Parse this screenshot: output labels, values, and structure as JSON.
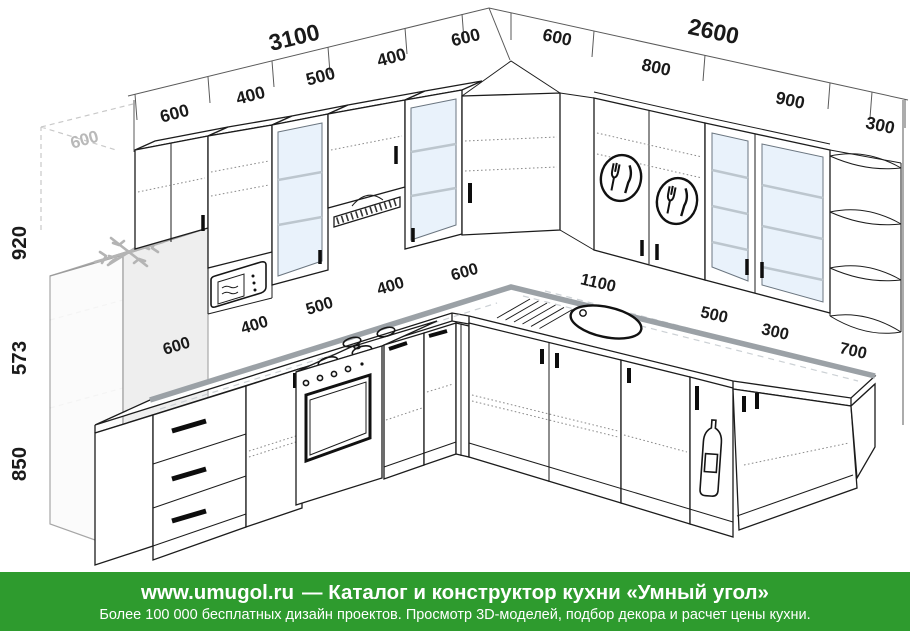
{
  "diagram": {
    "totals": {
      "left_wall": "3100",
      "right_wall": "2600"
    },
    "upper_left": [
      "600",
      "400",
      "500",
      "400",
      "600"
    ],
    "upper_right": [
      "600",
      "800",
      "900",
      "300"
    ],
    "counter_left": [
      "600",
      "400",
      "500",
      "400",
      "600"
    ],
    "counter_right": [
      "1100",
      "500",
      "300",
      "700"
    ],
    "heights": [
      "920",
      "573",
      "850"
    ],
    "fridge_niche_depth": "600"
  },
  "footer": {
    "site": "www.umugol.ru",
    "title_rest": "—  Каталог и конструктор кухни «Умный угол»",
    "line2": "Более 100 000 бесплатных дизайн проектов. Просмотр 3D-моделей, подбор декора и расчет цены кухни."
  },
  "colors": {
    "footer_green": "#2e9b2e",
    "glass": "#e9f2fb",
    "counter_line": "#9ba1a6",
    "ghost": "#c9c9c9"
  }
}
